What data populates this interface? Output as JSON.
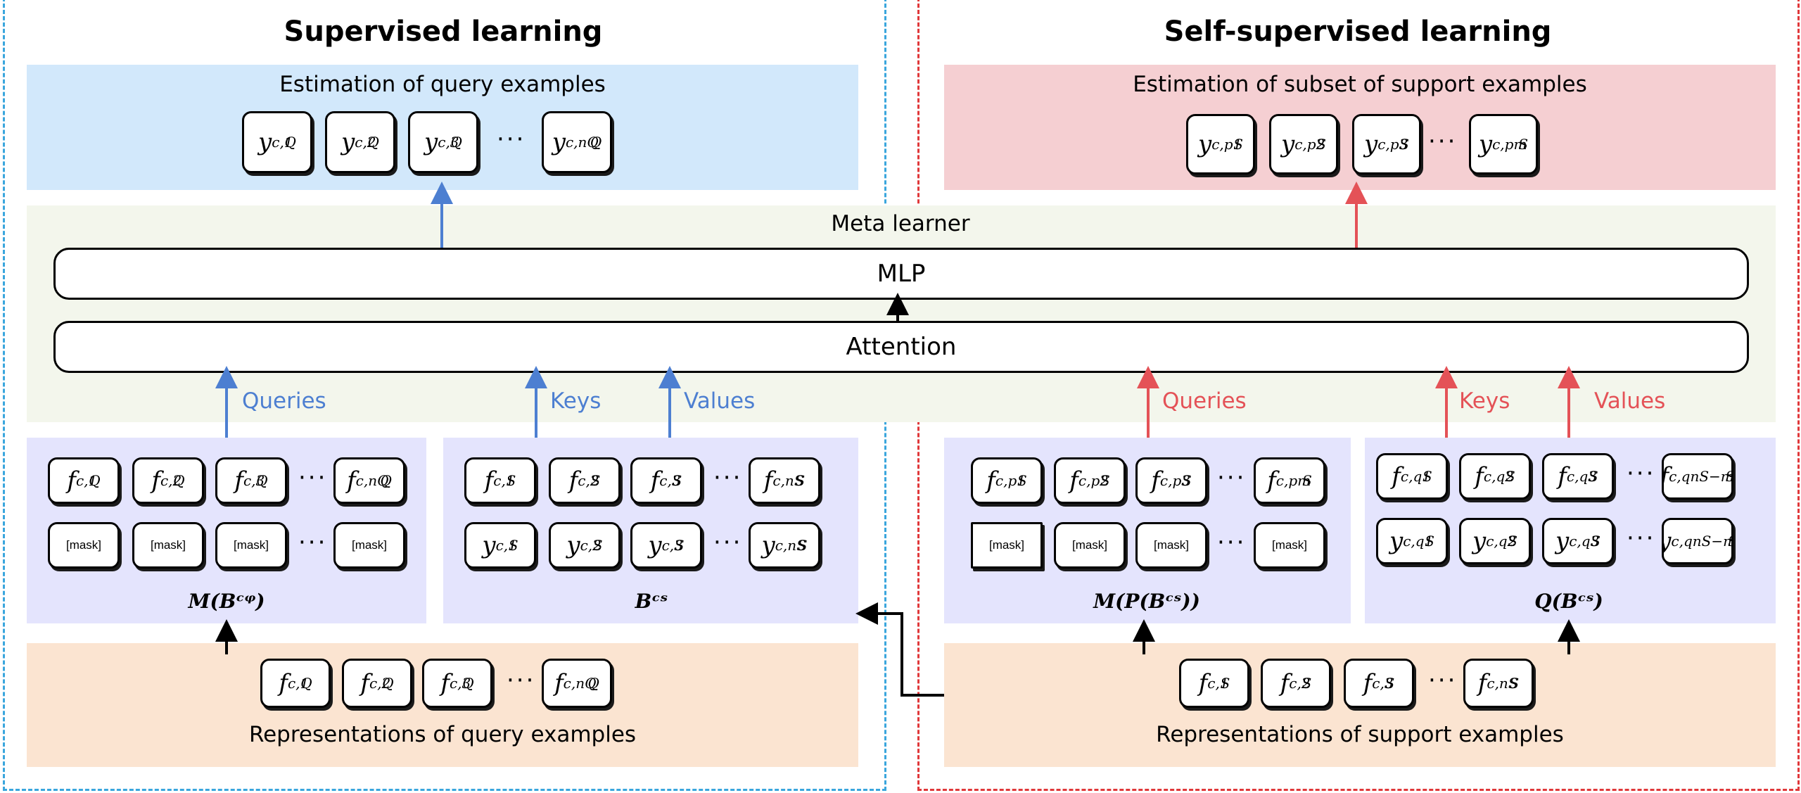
{
  "titles": {
    "left": "Supervised learning",
    "right": "Self-supervised learning"
  },
  "captions": {
    "est_query": "Estimation of query examples",
    "est_support": "Estimation of subset of support examples",
    "meta_learner": "Meta learner",
    "mlp": "MLP",
    "attention": "Attention",
    "rep_query": "Representations of query examples",
    "rep_support": "Representations of support examples"
  },
  "arrow_labels": {
    "left_queries": "Queries",
    "left_keys": "Keys",
    "left_values": "Values",
    "right_queries": "Queries",
    "right_keys": "Keys",
    "right_values": "Values"
  },
  "set_labels": {
    "masked_query": "M(Bᶜᵠ)",
    "support_set": "Bᶜˢ",
    "masked_perm": "M(P(Bᶜˢ))",
    "q_set": "Q(Bᶜˢ)"
  },
  "tokens": {
    "yq": [
      [
        "y",
        "c,1",
        "Q"
      ],
      [
        "y",
        "c,2",
        "Q"
      ],
      [
        "y",
        "c,3",
        "Q"
      ],
      [
        "y",
        "c,nQ",
        "Q"
      ]
    ],
    "ys_est": [
      [
        "y",
        "c,p1",
        "S"
      ],
      [
        "y",
        "c,p2",
        "S"
      ],
      [
        "y",
        "c,p3",
        "S"
      ],
      [
        "y",
        "c,pm",
        "S"
      ]
    ],
    "fq": [
      [
        "f",
        "c,1",
        "Q"
      ],
      [
        "f",
        "c,2",
        "Q"
      ],
      [
        "f",
        "c,3",
        "Q"
      ],
      [
        "f",
        "c,nQ",
        "Q"
      ]
    ],
    "mask": "[mask]",
    "fs": [
      [
        "f",
        "c,1",
        "S"
      ],
      [
        "f",
        "c,2",
        "S"
      ],
      [
        "f",
        "c,3",
        "S"
      ],
      [
        "f",
        "c,nS",
        "S"
      ]
    ],
    "ys": [
      [
        "y",
        "c,1",
        "S"
      ],
      [
        "y",
        "c,2",
        "S"
      ],
      [
        "y",
        "c,3",
        "S"
      ],
      [
        "y",
        "c,nS",
        "S"
      ]
    ],
    "fp": [
      [
        "f",
        "c,p1",
        "S"
      ],
      [
        "f",
        "c,p2",
        "S"
      ],
      [
        "f",
        "c,p3",
        "S"
      ],
      [
        "f",
        "c,pm",
        "S"
      ]
    ],
    "fqs": [
      [
        "f",
        "c,q1",
        "S"
      ],
      [
        "f",
        "c,q2",
        "S"
      ],
      [
        "f",
        "c,q3",
        "S"
      ],
      [
        "f",
        "c,qnS−m",
        "S"
      ]
    ],
    "yqs": [
      [
        "y",
        "c,q1",
        "S"
      ],
      [
        "y",
        "c,q2",
        "S"
      ],
      [
        "y",
        "c,q3",
        "S"
      ],
      [
        "y",
        "c,qnS−m",
        "S"
      ]
    ],
    "fq_rep": [
      [
        "f",
        "c,1",
        "Q"
      ],
      [
        "f",
        "c,2",
        "Q"
      ],
      [
        "f",
        "c,3",
        "Q"
      ],
      [
        "f",
        "c,nQ",
        "Q"
      ]
    ],
    "fs_rep": [
      [
        "f",
        "c,1",
        "S"
      ],
      [
        "f",
        "c,2",
        "S"
      ],
      [
        "f",
        "c,3",
        "S"
      ],
      [
        "f",
        "c,nS",
        "S"
      ]
    ]
  },
  "colors": {
    "blue_dash": "#3aa6dd",
    "red_dash": "#e0383a",
    "blue_arrow": "#4d7fd1",
    "red_arrow": "#e45257"
  }
}
